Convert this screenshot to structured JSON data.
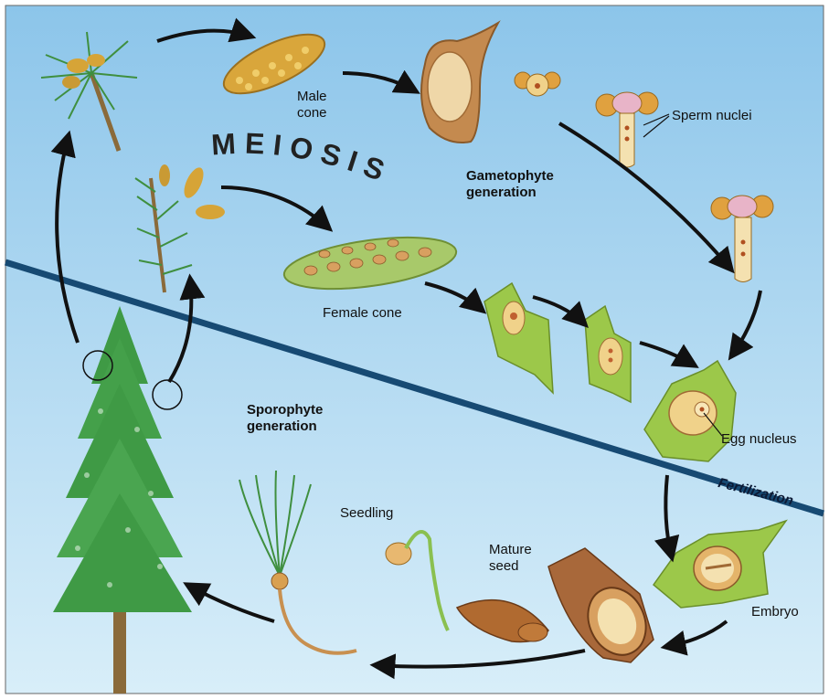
{
  "labels": {
    "male_cone": "Male\ncone",
    "female_cone": "Female cone",
    "sperm_nuclei": "Sperm nuclei",
    "gametophyte": "Gametophyte\ngeneration",
    "sporophyte": "Sporophyte\ngeneration",
    "egg_nucleus": "Egg nucleus",
    "fertilization": "Fertilization",
    "seedling": "Seedling",
    "mature_seed": "Mature\nseed",
    "embryo": "Embryo",
    "meiosis": "MEIOSIS"
  },
  "colors": {
    "sky_top": "#8fc7ea",
    "sky_bottom": "#d6ecf8",
    "divider": "#174a73",
    "foliage": "#3f9a45",
    "cone": "#d6a437",
    "tissue": "#9cc84a",
    "arrow": "#111111"
  }
}
